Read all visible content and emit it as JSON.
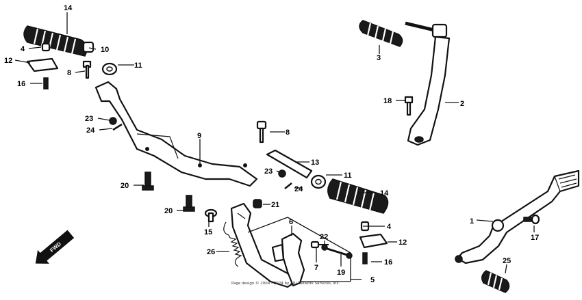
{
  "labels": {
    "l1": "1",
    "l2": "2",
    "l3": "3",
    "l4a": "4",
    "l4b": "4",
    "l5": "5",
    "l6": "6",
    "l7": "7",
    "l8a": "8",
    "l8b": "8",
    "l9": "9",
    "l10": "10",
    "l11a": "11",
    "l11b": "11",
    "l12a": "12",
    "l12b": "12",
    "l13": "13",
    "l14a": "14",
    "l14b": "14",
    "l15": "15",
    "l16a": "16",
    "l16b": "16",
    "l17": "17",
    "l18": "18",
    "l19": "19",
    "l20a": "20",
    "l20b": "20",
    "l21": "21",
    "l22": "22",
    "l23a": "23",
    "l23b": "23",
    "l24a": "24",
    "l24b": "24",
    "l25": "25",
    "l26": "26"
  },
  "direction_indicator": "FWD",
  "copyright": "Page design © 2004 - 2024 by ARI Network Services, Inc."
}
